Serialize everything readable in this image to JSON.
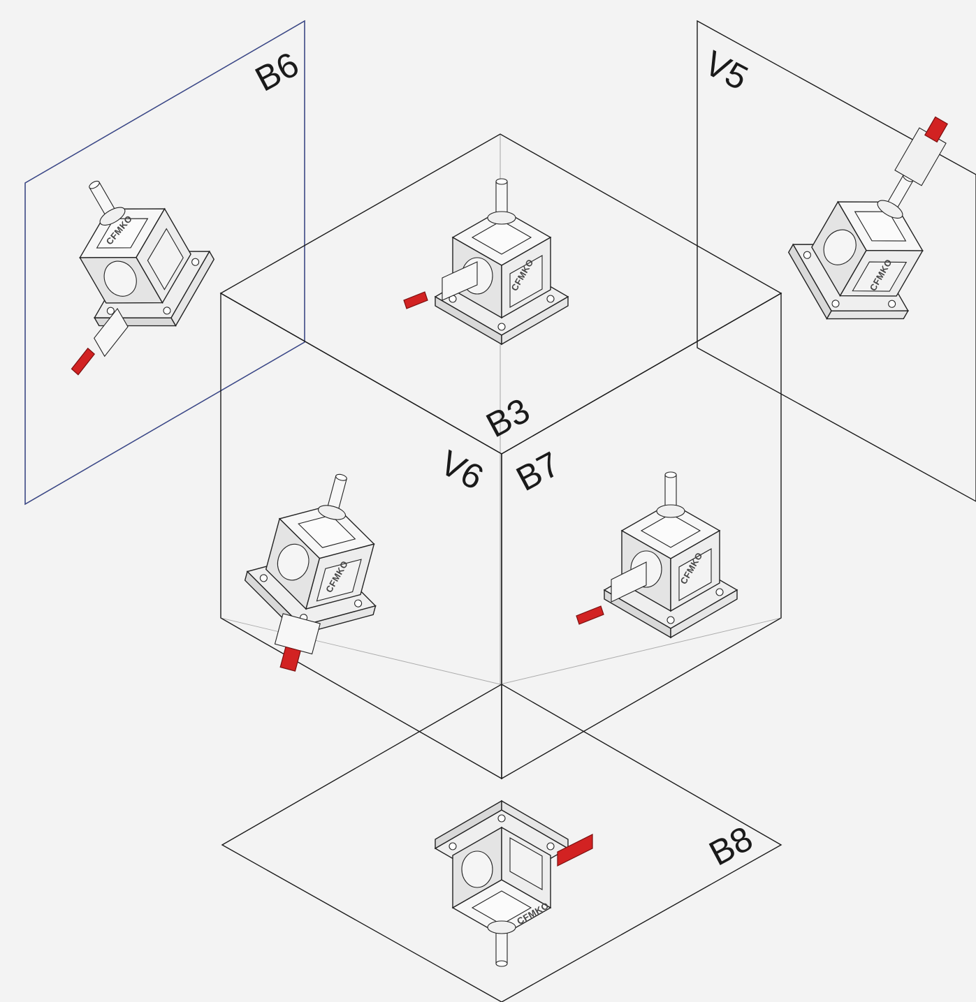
{
  "labels": {
    "b6": "B6",
    "v5": "V5",
    "b3": "B3",
    "v6": "V6",
    "b7": "B7",
    "b8": "B8"
  },
  "gearbox_logo": "CFMKO",
  "colors": {
    "background": "#f3f3f3",
    "cube_left_face": "#cfd0d6",
    "cube_right_face": "#e2e3e8",
    "cube_top_face": "#e8e9ee",
    "plane_fill": "#fafafa",
    "output_shaft": "#d22222",
    "housing": "#f4f4f4"
  },
  "icons": [
    "gearbox-icon"
  ]
}
